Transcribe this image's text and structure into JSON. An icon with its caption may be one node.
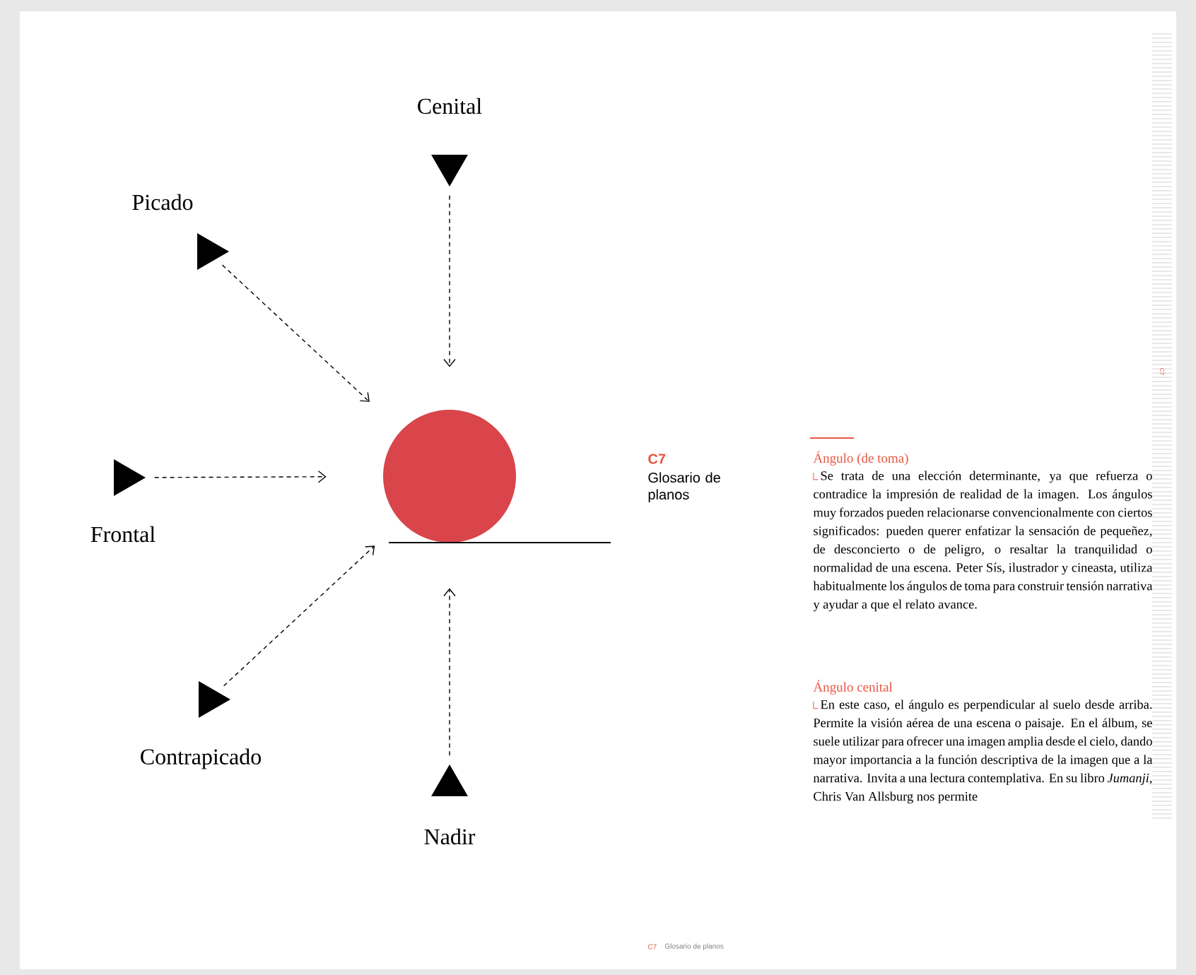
{
  "diagram": {
    "nodes": [
      {
        "text": [
          "Cenital"
        ]
      },
      {
        "text": [
          "Picado"
        ]
      },
      {
        "text": [],
        "shape": "circle"
      },
      {
        "text": [
          "Frontal"
        ]
      },
      {
        "text": [
          "Contrapicado"
        ]
      },
      {
        "text": [
          "Nadir"
        ]
      }
    ],
    "edges": [
      {
        "from": 0,
        "to": 2,
        "arrow": "to",
        "style": "dashed"
      },
      {
        "from": 1,
        "to": 2,
        "arrow": "to",
        "style": "dashed"
      },
      {
        "from": 3,
        "to": 2,
        "arrow": "to",
        "style": "dashed"
      },
      {
        "from": 4,
        "to": 2,
        "arrow": "to",
        "style": "dashed"
      },
      {
        "from": 5,
        "to": 2,
        "arrow": "to",
        "style": "dashed"
      }
    ],
    "labels": [
      "C7",
      "Glosario de planos",
      "C7",
      "Ángulo (de toma)",
      "Se trata de una elección determinante, ya que refuerza o contradice la impresión de realidad de la imagen. Los ángulos muy forzados pueden relacionarse convencionalmente con ciertos significados: pueden querer enfatizar la sensación de pequeñez, de desconcierto o de peligro, o resaltar la tranquilidad o normalidad de una escena. Peter Sís, ilustrador y cineasta, utiliza habitualmente los ángulos de toma para construir tensión narrativa y ayudar a que el relato avance.",
      "Ángulo cenital",
      "En este caso, el ángulo es perpendicular al suelo desde arriba. Permite la visión aérea de una escena o paisaje. En el álbum, se suele utilizar para ofrecer una imagen amplia desde el cielo, dando mayor importancia a la función descriptiva de la imagen que a la narrativa. Invita a una lectura contemplativa. En su libro *Jumanji*, Chris Van Allsburg nos permite",
      "C7",
      "Glosario de planos"
    ]
  }
}
